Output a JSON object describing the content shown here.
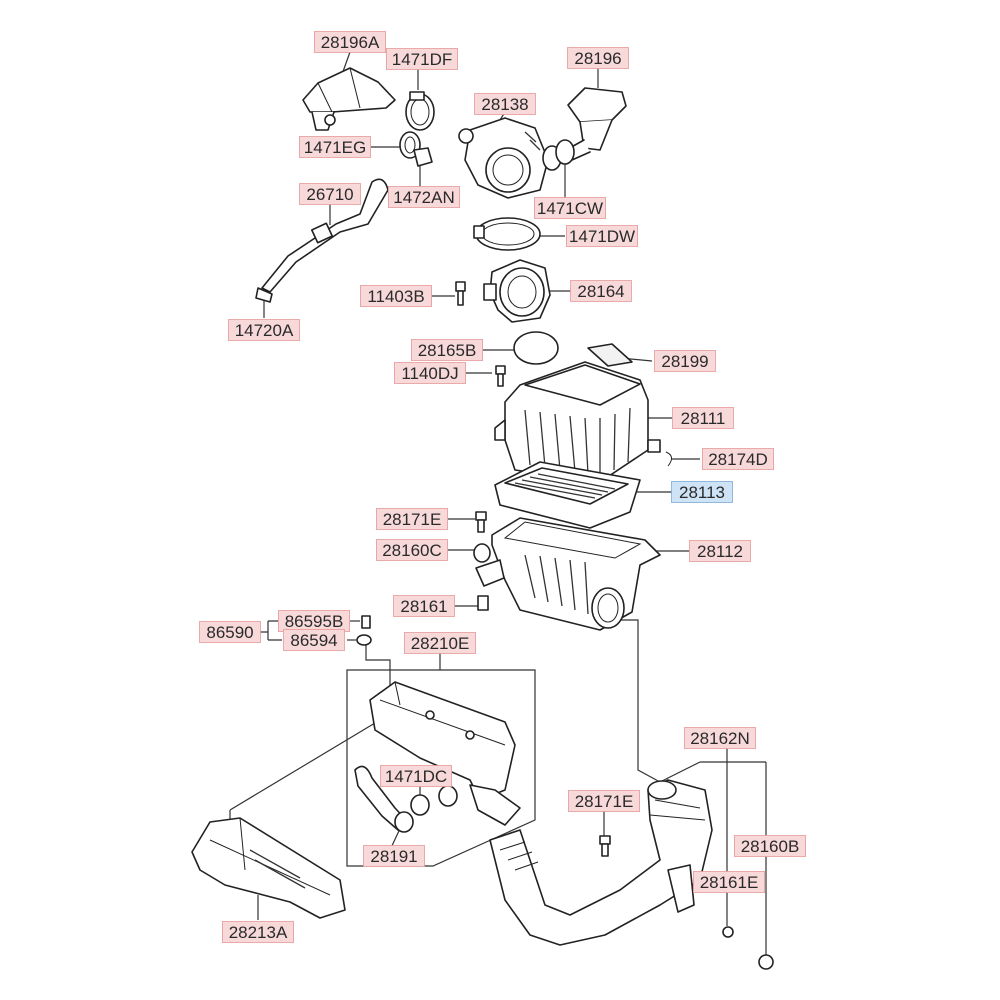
{
  "colors": {
    "callout_bg": "#f8d9d9",
    "callout_border": "#e69a9a",
    "selected_bg": "#cfe3f7",
    "selected_border": "#7ea9d4"
  },
  "selected_part": "28113",
  "parts": [
    {
      "id": "p28196A",
      "label": "28196A"
    },
    {
      "id": "p1471DF",
      "label": "1471DF"
    },
    {
      "id": "p28196",
      "label": "28196"
    },
    {
      "id": "p28138",
      "label": "28138"
    },
    {
      "id": "p1471EG",
      "label": "1471EG"
    },
    {
      "id": "p26710",
      "label": "26710"
    },
    {
      "id": "p1472AN",
      "label": "1472AN"
    },
    {
      "id": "p1471CW",
      "label": "1471CW"
    },
    {
      "id": "p1471DW",
      "label": "1471DW"
    },
    {
      "id": "p11403B",
      "label": "11403B"
    },
    {
      "id": "p28164",
      "label": "28164"
    },
    {
      "id": "p14720A",
      "label": "14720A"
    },
    {
      "id": "p28165B",
      "label": "28165B"
    },
    {
      "id": "p28199",
      "label": "28199"
    },
    {
      "id": "p1140DJ",
      "label": "1140DJ"
    },
    {
      "id": "p28111",
      "label": "28111"
    },
    {
      "id": "p28174D",
      "label": "28174D"
    },
    {
      "id": "p28113",
      "label": "28113"
    },
    {
      "id": "p28171E_a",
      "label": "28171E"
    },
    {
      "id": "p28112",
      "label": "28112"
    },
    {
      "id": "p28160C",
      "label": "28160C"
    },
    {
      "id": "p28161",
      "label": "28161"
    },
    {
      "id": "p86595B",
      "label": "86595B"
    },
    {
      "id": "p86590",
      "label": "86590"
    },
    {
      "id": "p86594",
      "label": "86594"
    },
    {
      "id": "p28210E",
      "label": "28210E"
    },
    {
      "id": "p28162N",
      "label": "28162N"
    },
    {
      "id": "p1471DC",
      "label": "1471DC"
    },
    {
      "id": "p28171E_b",
      "label": "28171E"
    },
    {
      "id": "p28160B",
      "label": "28160B"
    },
    {
      "id": "p28191",
      "label": "28191"
    },
    {
      "id": "p28161E",
      "label": "28161E"
    },
    {
      "id": "p28213A",
      "label": "28213A"
    }
  ]
}
